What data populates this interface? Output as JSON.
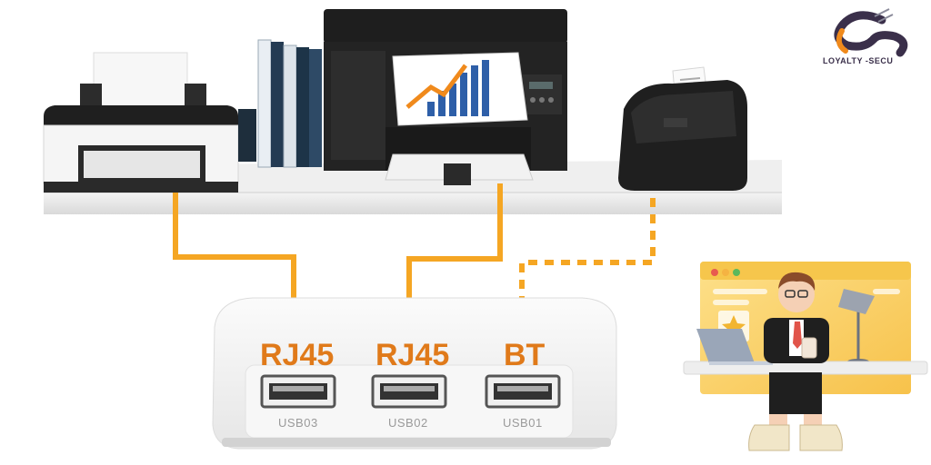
{
  "brand": {
    "name": "LOYALTY -SECU",
    "logo_icon": "swoosh-s-logo-icon",
    "colors": {
      "primary": "#3a2f4a",
      "accent": "#f08a1c"
    }
  },
  "hub": {
    "ports": [
      {
        "label": "RJ45",
        "usb": "USB03"
      },
      {
        "label": "RJ45",
        "usb": "USB02"
      },
      {
        "label": "BT",
        "usb": "USB01"
      }
    ],
    "label_color": "#e07a1a"
  },
  "devices": {
    "left": "inkjet-printer-icon",
    "center": "laser-mfp-printer-icon",
    "right": "thermal-receipt-printer-icon",
    "books": "books-icon"
  },
  "connections": {
    "wired_color": "#f5a623",
    "wireless_style": "dashed"
  },
  "illustration": "office-worker-at-desk-icon"
}
